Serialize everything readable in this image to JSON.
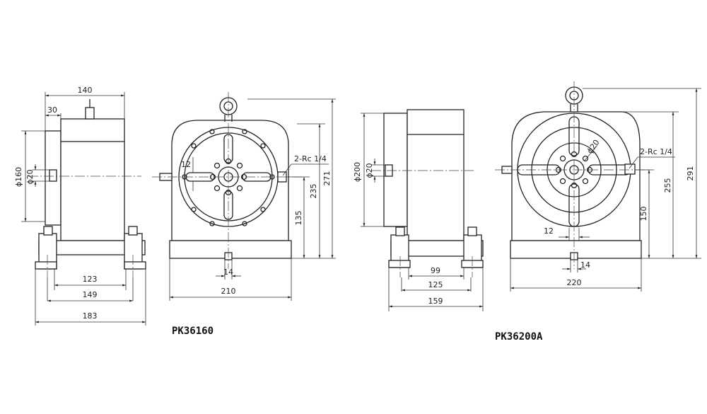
{
  "drawings": [
    {
      "model": "PK36160",
      "dims": {
        "d140": "140",
        "d30": "30",
        "d160": "ϕ160",
        "d20": "ϕ20",
        "d123": "123",
        "d149": "149",
        "d183": "183",
        "d12": "12",
        "d14": "14",
        "d210": "210",
        "d135": "135",
        "d235": "235",
        "d271": "271",
        "port": "2-Rc 1/4"
      }
    },
    {
      "model": "PK36200A",
      "dims": {
        "d200": "ϕ200",
        "d20": "ϕ20",
        "d99": "99",
        "d125": "125",
        "d159": "159",
        "d12": "12",
        "d14": "14",
        "d220": "220",
        "d150": "150",
        "d255": "255",
        "d291": "291",
        "port": "2-Rc 1/4",
        "bolt": "ϕ20"
      }
    }
  ]
}
